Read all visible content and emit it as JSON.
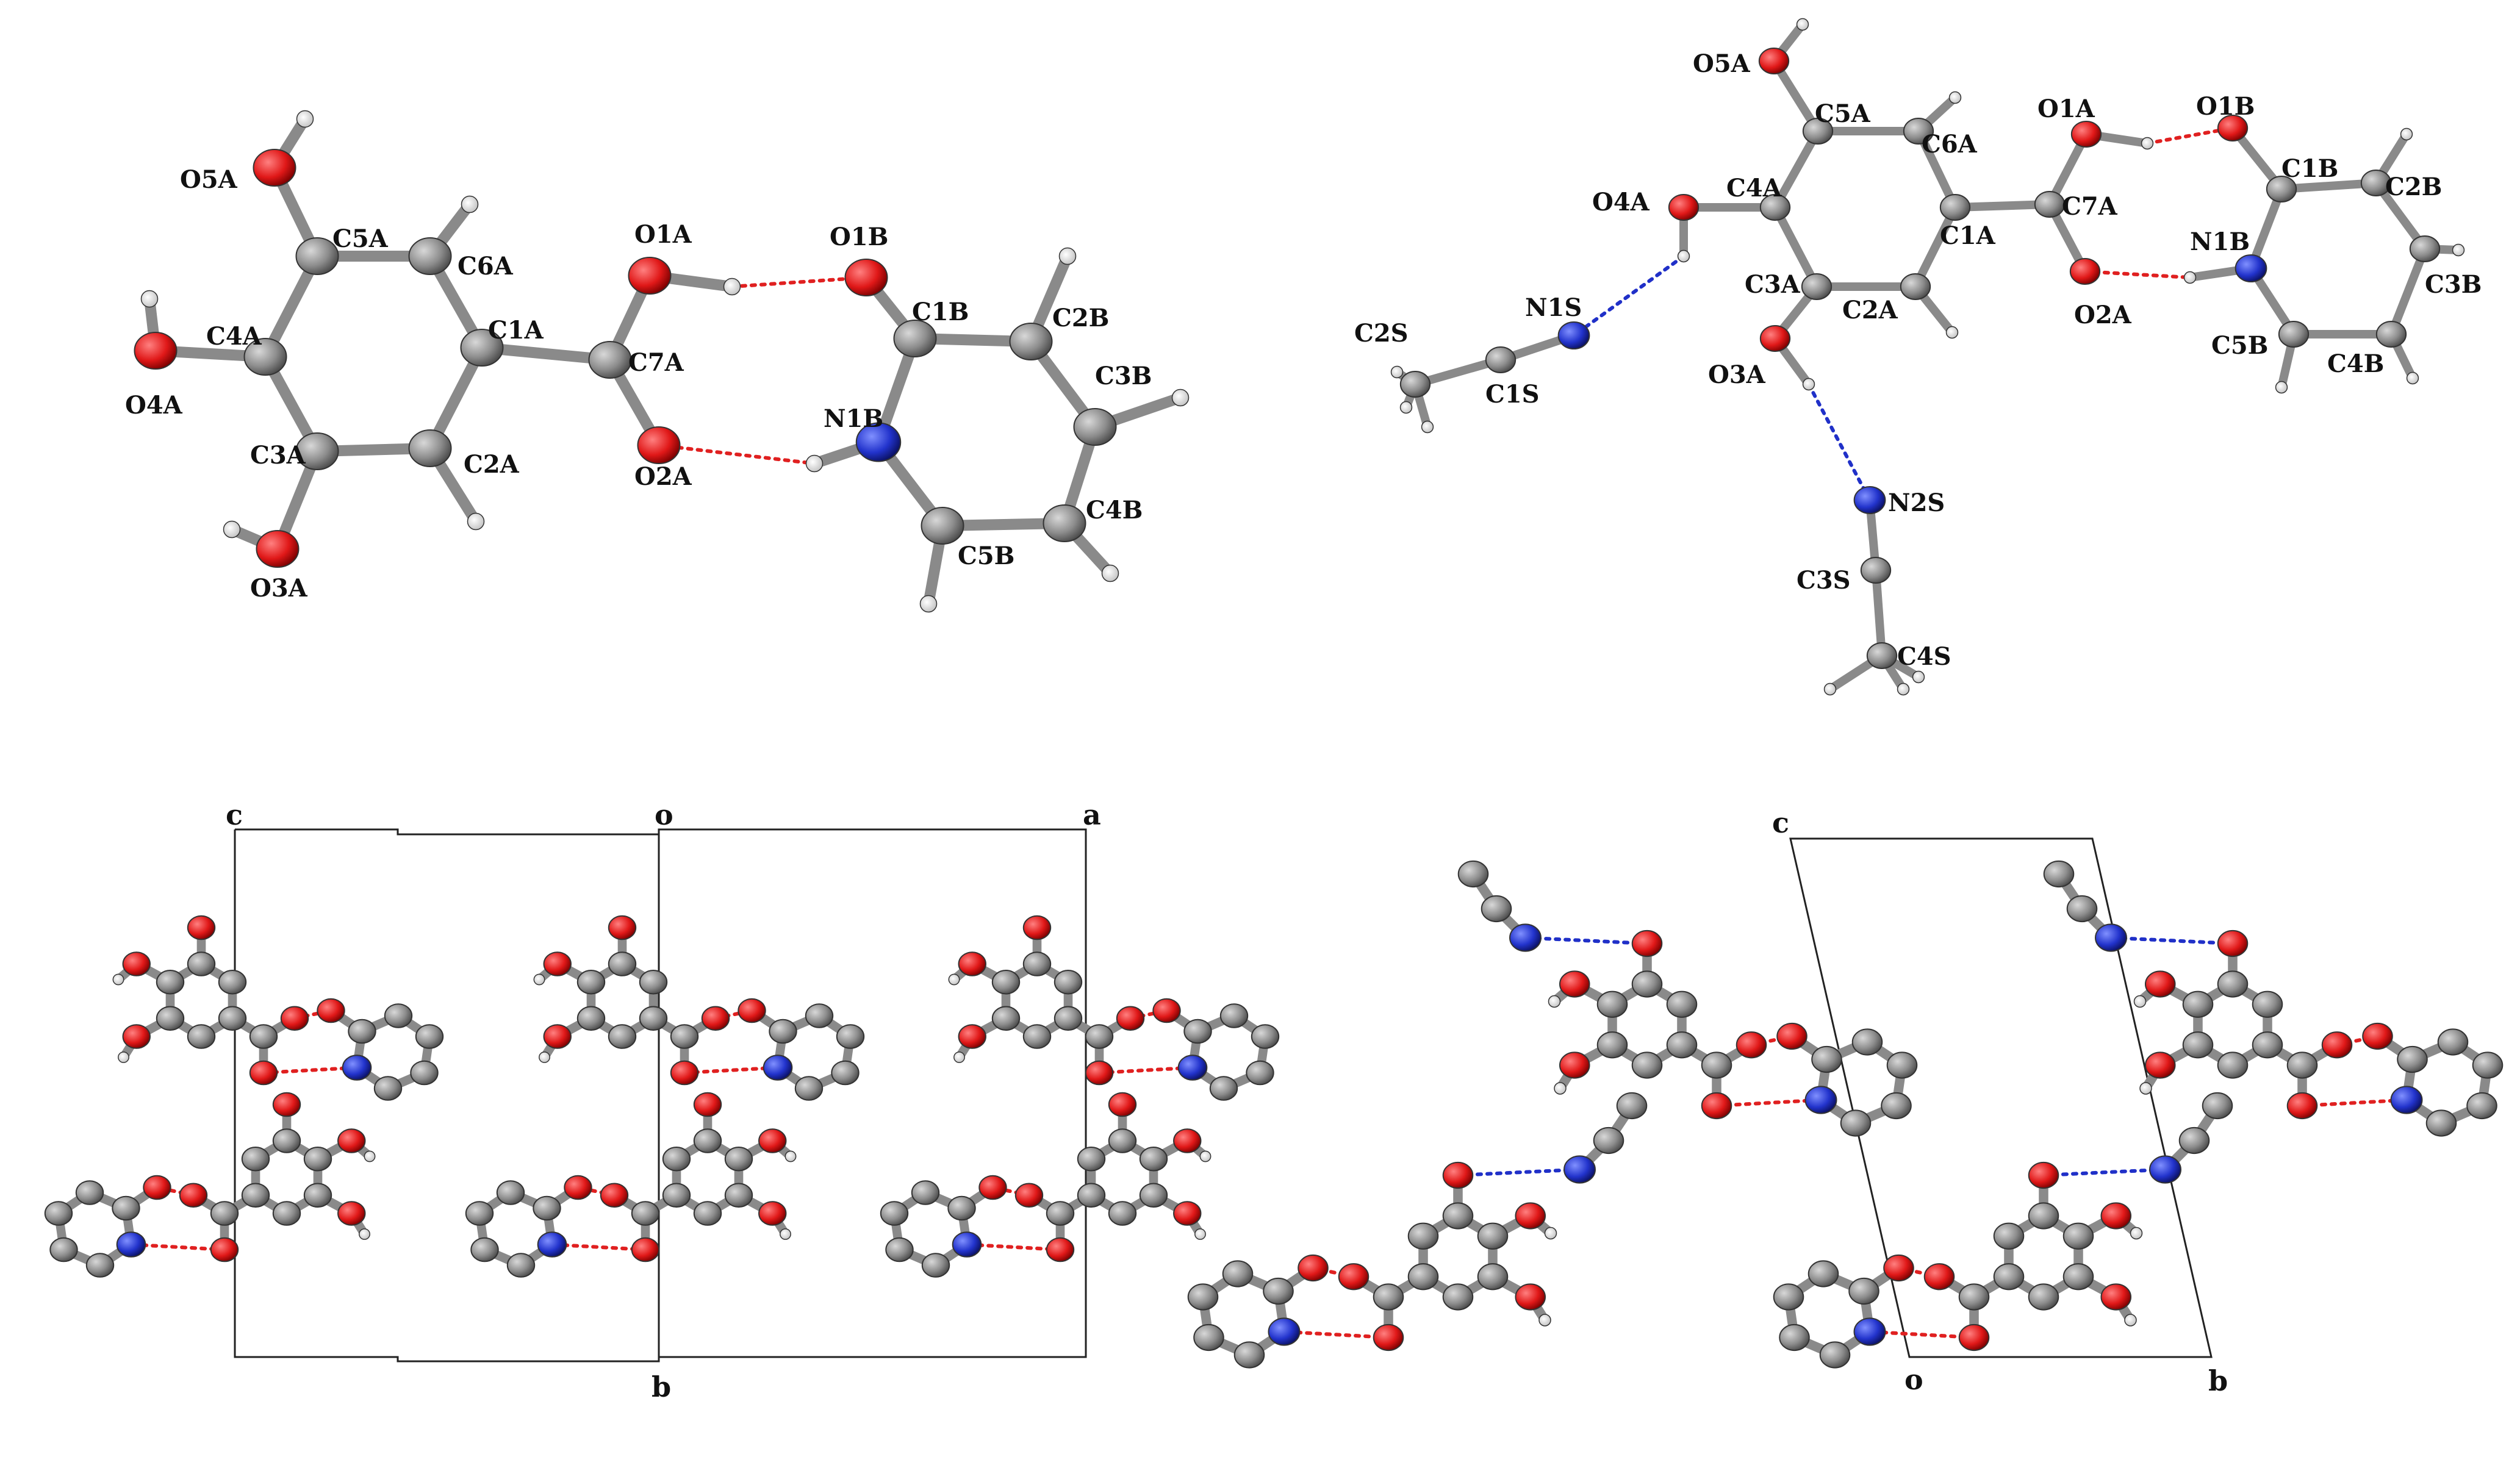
{
  "panels": {
    "a": {
      "atoms": [
        "O5A",
        "C5A",
        "C6A",
        "O1A",
        "O1B",
        "C4A",
        "C1A",
        "C7A",
        "C1B",
        "C2B",
        "O4A",
        "C3B",
        "N1B",
        "C3A",
        "C2A",
        "O2A",
        "C4B",
        "C5B",
        "O3A"
      ]
    },
    "b": {
      "atoms": [
        "O5A",
        "C5A",
        "O1A",
        "O1B",
        "C6A",
        "O4A",
        "C4A",
        "C7A",
        "C1B",
        "C2B",
        "C1A",
        "N1B",
        "C3A",
        "C2A",
        "N1S",
        "C3B",
        "C2S",
        "O2A",
        "C5B",
        "C4B",
        "C1S",
        "O3A",
        "N2S",
        "C3S",
        "C4S"
      ]
    },
    "c": {
      "axes": [
        "c",
        "o",
        "a",
        "b"
      ]
    },
    "d": {
      "axes": [
        "c",
        "o",
        "b"
      ]
    }
  },
  "colors": {
    "carbon": "#8c8c8c",
    "oxygen": "#e01818",
    "nitrogen": "#2233cc",
    "hydrogen": "#f4f4f4",
    "hbond_red": "#e02020",
    "hbond_blue": "#2030c8"
  }
}
